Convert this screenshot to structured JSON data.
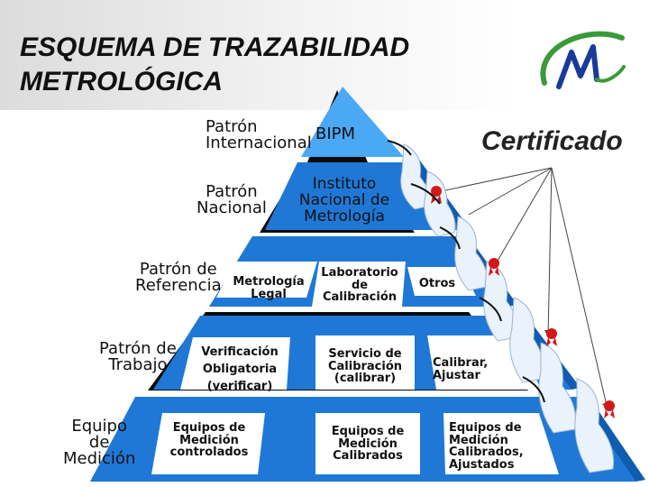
{
  "title": {
    "line1": "ESQUEMA DE TRAZABILIDAD",
    "line2": "METROLÓGICA"
  },
  "certificado": "Certificado",
  "left_labels": [
    {
      "line1": "Patrón",
      "line2": "Internacional"
    },
    {
      "line1": "Patrón",
      "line2": "Nacional"
    },
    {
      "line1": "Patrón de",
      "line2": "Referencia"
    },
    {
      "line1": "Patrón de",
      "line2": "Trabajo"
    },
    {
      "line1": "Equipo",
      "line2": "de",
      "line3": "Medición"
    }
  ],
  "pyramid": {
    "top": "BIPM",
    "level2": {
      "line1": "Instituto",
      "line2": "Nacional de",
      "line3": "Metrología"
    },
    "level3": [
      {
        "line1": "Metrología",
        "line2": "Legal"
      },
      {
        "line1": "Laboratorio",
        "line2": "de",
        "line3": "Calibración"
      },
      {
        "line1": "Otros"
      }
    ],
    "level4": [
      {
        "line1": "Verificación",
        "line2": "Obligatoria",
        "line3": "(verificar)"
      },
      {
        "line1": "Servicio de",
        "line2": "Calibración",
        "line3": "(calibrar)"
      },
      {
        "line1": "Calibrar,",
        "line2": "Ajustar"
      }
    ],
    "level5": [
      {
        "line1": "Equipos de",
        "line2": "Medición",
        "line3": "controlados"
      },
      {
        "line1": "Equipos de",
        "line2": "Medición",
        "line3": "Calibrados"
      },
      {
        "line1": "Equipos de",
        "line2": "Medición",
        "line3": "Calibrados,",
        "line4": "Ajustados"
      }
    ]
  },
  "colors": {
    "face": "#1f78d6",
    "face_light": "#2f90ea",
    "shadow": "#0a0a0a",
    "top_face": "#4aa8f5",
    "title_band": "#dcdcdc",
    "logo_green": "#3a9a3a",
    "logo_blue": "#1a3a9a",
    "ribbon_red": "#d21818"
  }
}
